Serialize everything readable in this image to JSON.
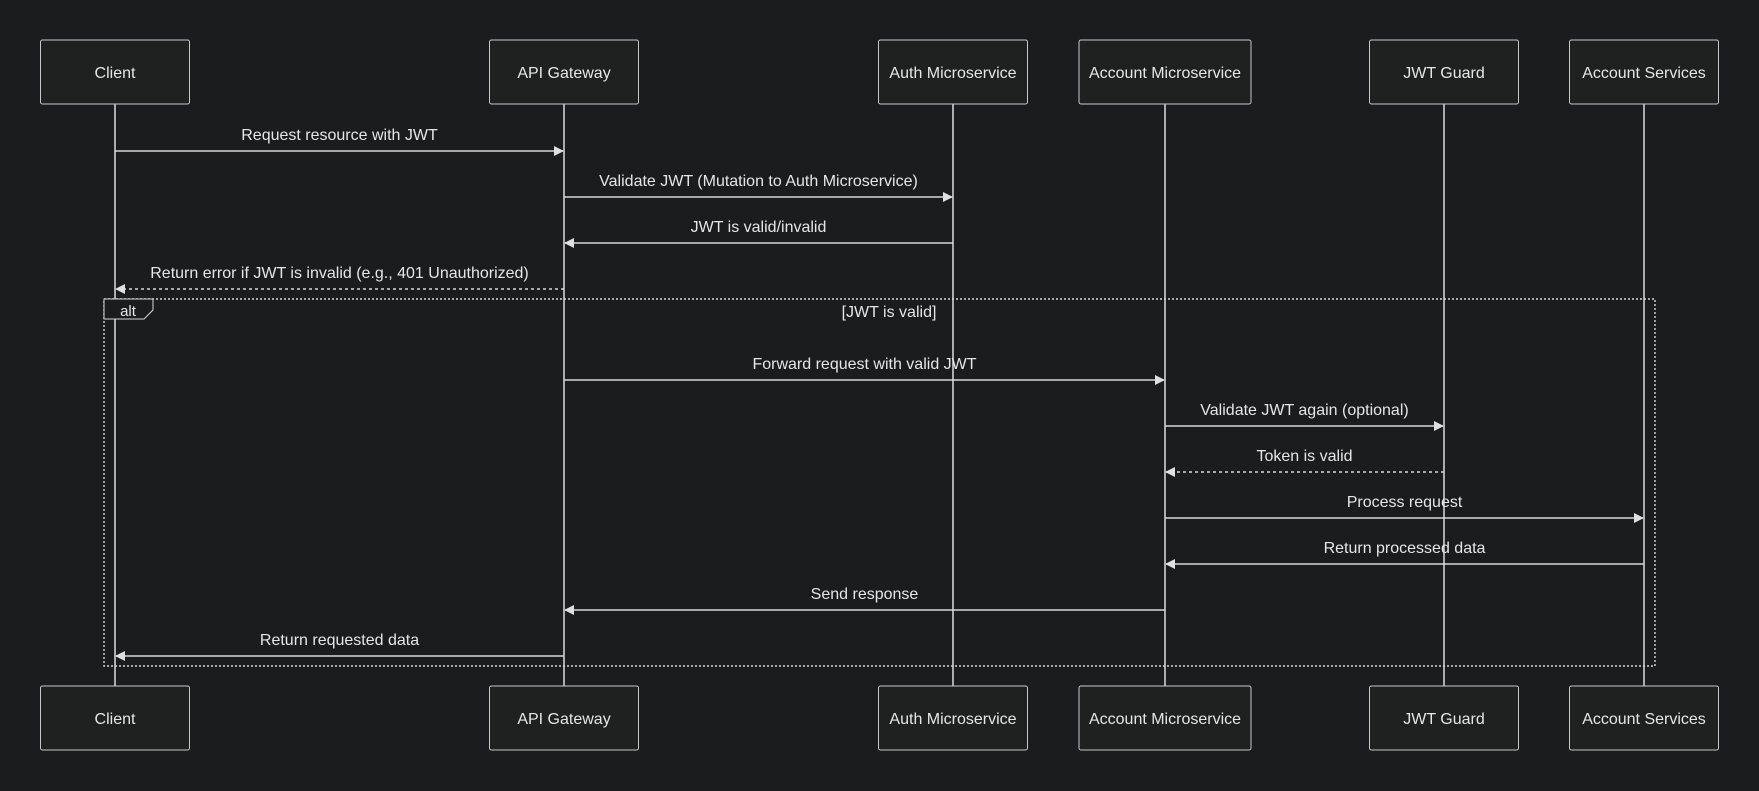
{
  "participants": [
    {
      "id": "client",
      "label": "Client"
    },
    {
      "id": "gateway",
      "label": "API Gateway"
    },
    {
      "id": "auth",
      "label": "Auth Microservice"
    },
    {
      "id": "account",
      "label": "Account Microservice"
    },
    {
      "id": "guard",
      "label": "JWT Guard"
    },
    {
      "id": "services",
      "label": "Account Services"
    }
  ],
  "messages": [
    {
      "from": "client",
      "to": "gateway",
      "label": "Request resource with JWT",
      "style": "solid"
    },
    {
      "from": "gateway",
      "to": "auth",
      "label": "Validate JWT (Mutation to Auth Microservice)",
      "style": "solid"
    },
    {
      "from": "auth",
      "to": "gateway",
      "label": "JWT is valid/invalid",
      "style": "solid"
    },
    {
      "from": "gateway",
      "to": "client",
      "label": "Return error if JWT is invalid (e.g., 401 Unauthorized)",
      "style": "dashed"
    },
    {
      "from": "gateway",
      "to": "account",
      "label": "Forward request with valid JWT",
      "style": "solid"
    },
    {
      "from": "account",
      "to": "guard",
      "label": "Validate JWT again (optional)",
      "style": "solid"
    },
    {
      "from": "guard",
      "to": "account",
      "label": "Token is valid",
      "style": "dashed"
    },
    {
      "from": "account",
      "to": "services",
      "label": "Process request",
      "style": "solid"
    },
    {
      "from": "services",
      "to": "account",
      "label": "Return processed data",
      "style": "solid"
    },
    {
      "from": "account",
      "to": "gateway",
      "label": "Send response",
      "style": "solid"
    },
    {
      "from": "gateway",
      "to": "client",
      "label": "Return requested data",
      "style": "solid"
    }
  ],
  "fragment": {
    "keyword": "alt",
    "condition": "[JWT is valid]"
  },
  "colors": {
    "background": "#1b1c1d",
    "box_fill": "#1f2020",
    "stroke": "#c8c8c8",
    "text": "#e6e6e6"
  }
}
